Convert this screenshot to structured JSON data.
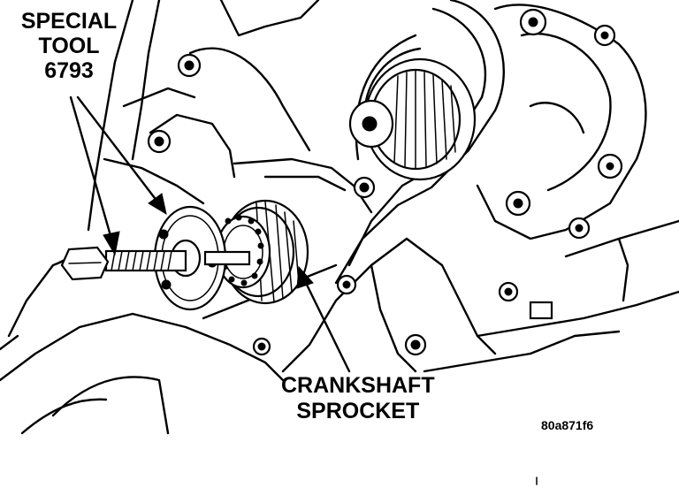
{
  "callouts": {
    "special_tool": {
      "line1": "SPECIAL",
      "line2": "TOOL",
      "line3": "6793"
    },
    "crankshaft_sprocket": {
      "line1": "CRANKSHAFT",
      "line2": "SPROCKET"
    }
  },
  "figure_code": "80a871f6"
}
